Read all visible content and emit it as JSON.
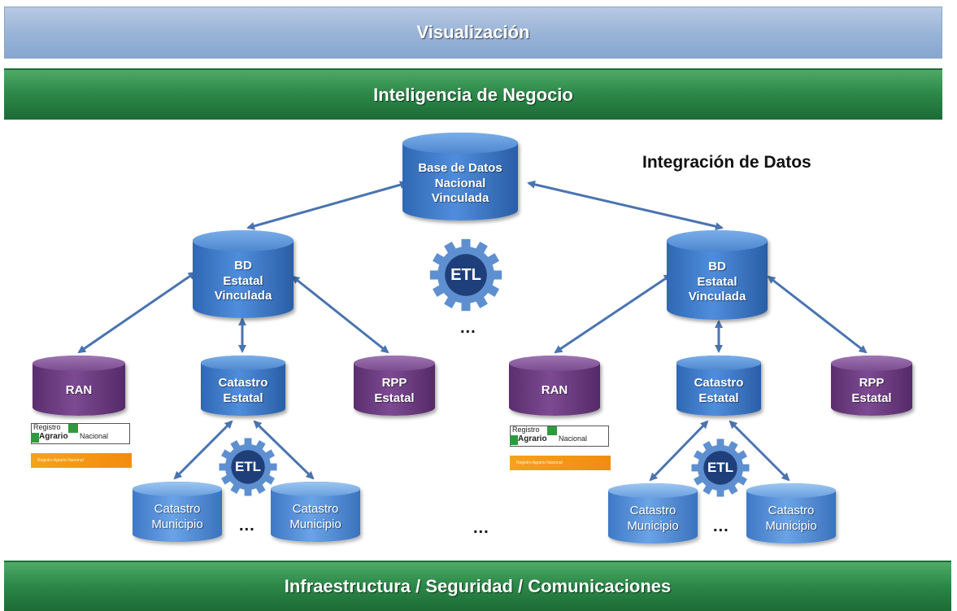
{
  "bands": {
    "visualizacion": "Visualización",
    "inteligencia": "Inteligencia de Negocio",
    "infraestructura": "Infraestructura / Seguridad / Comunicaciones"
  },
  "integracion_title": "Integración de Datos",
  "national_db": [
    "Base de Datos",
    "Nacional",
    "Vinculada"
  ],
  "etl_label": "ETL",
  "ellipsis": "...",
  "left_group": {
    "state_db": [
      "BD",
      "Estatal",
      "Vinculada"
    ],
    "ran": "RAN",
    "catastro": [
      "Catastro",
      "Estatal"
    ],
    "rpp": [
      "RPP",
      "Estatal"
    ],
    "municipio_a": [
      "Catastro",
      "Municipio"
    ],
    "municipio_b": [
      "Catastro",
      "Municipio"
    ]
  },
  "right_group": {
    "state_db": [
      "BD",
      "Estatal",
      "Vinculada"
    ],
    "ran": "RAN",
    "catastro": [
      "Catastro",
      "Estatal"
    ],
    "rpp": [
      "RPP",
      "Estatal"
    ],
    "municipio_a": [
      "Catastro",
      "Municipio"
    ],
    "municipio_b": [
      "Catastro",
      "Municipio"
    ]
  },
  "ran_logo": {
    "line1": "Registro",
    "line2": "Agrario",
    "line3": "Nacional",
    "bar_text": "Registro Agrario Nacional"
  },
  "colors": {
    "arrow": "#4a74b0",
    "gear": "#5e8fd0",
    "gear_center": "#1f3f7a"
  }
}
